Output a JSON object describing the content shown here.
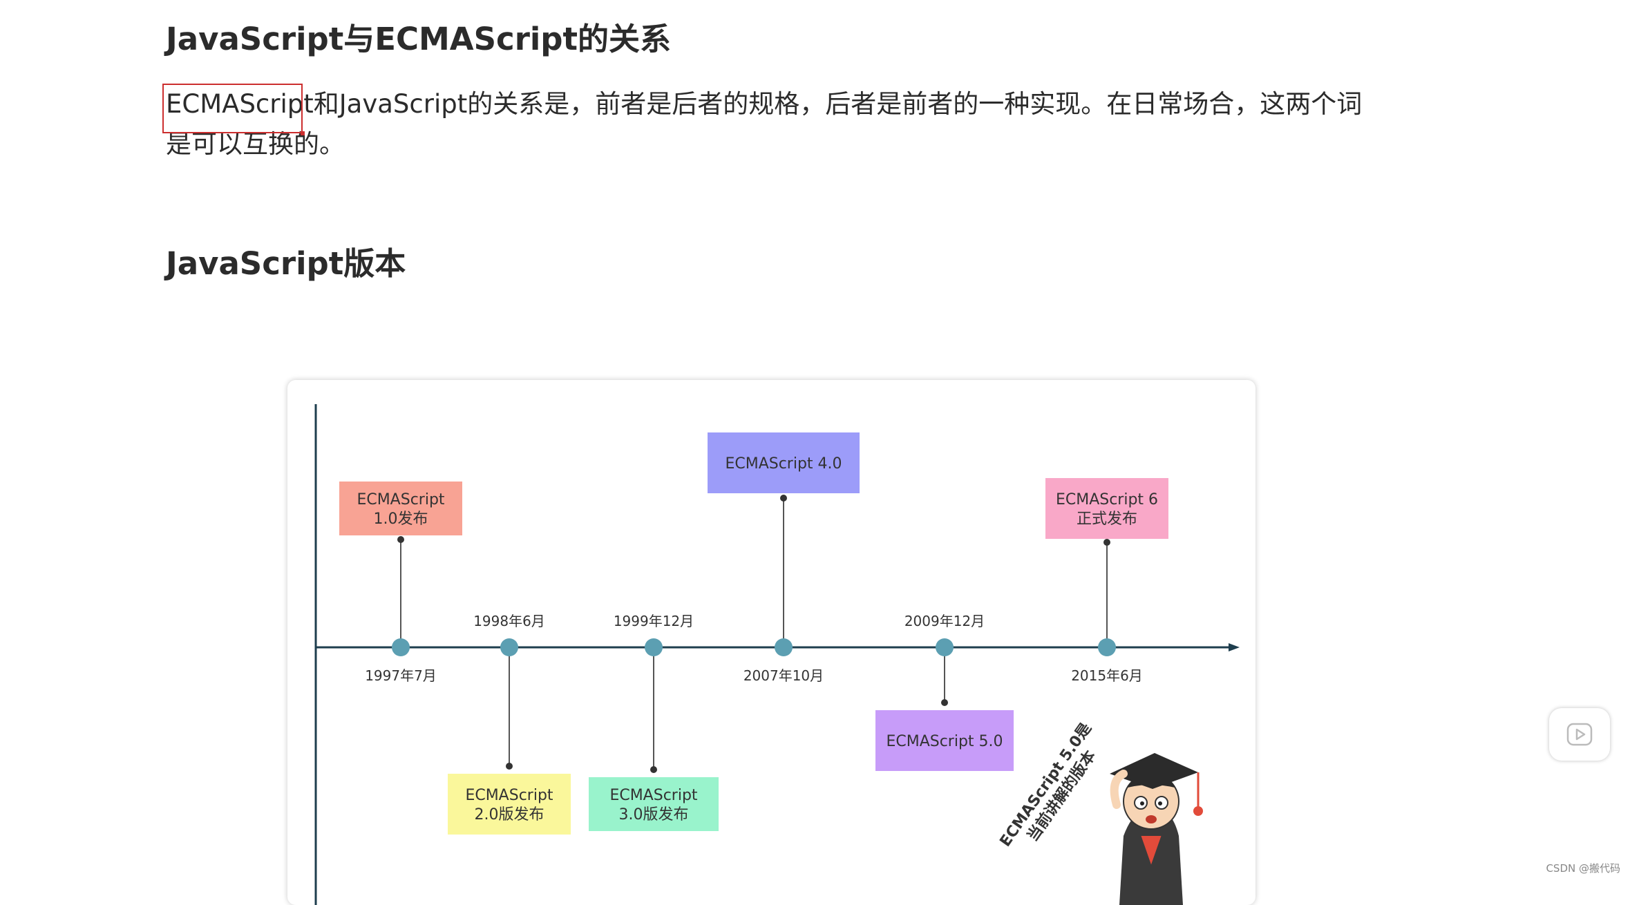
{
  "article": {
    "heading1": "JavaScript与ECMAScript的关系",
    "paragraph": "ECMAScript和JavaScript的关系是，前者是后者的规格，后者是前者的一种实现。在日常场合，这两个词是可以互换的。",
    "heading2": "JavaScript版本"
  },
  "timeline": {
    "events": [
      {
        "date": "1997年7月",
        "label": [
          "ECMAScript",
          "1.0发布"
        ],
        "color": "#f8a394"
      },
      {
        "date": "1998年6月",
        "label": [
          "ECMAScript",
          "2.0版发布"
        ],
        "color": "#faf79b"
      },
      {
        "date": "1999年12月",
        "label": [
          "ECMAScript",
          "3.0版发布"
        ],
        "color": "#99f3cc"
      },
      {
        "date": "2007年10月",
        "label": [
          "ECMAScript 4.0"
        ],
        "color": "#9c9cf9"
      },
      {
        "date": "2009年12月",
        "label": [
          "ECMAScript 5.0"
        ],
        "color": "#c79cf9"
      },
      {
        "date": "2015年6月",
        "label": [
          "ECMAScript 6",
          "正式发布"
        ],
        "color": "#f9a8c8"
      }
    ],
    "callout": [
      "ECMAScript 5.0是",
      "当前讲解的版本"
    ],
    "axis_color": "#1e3e4e",
    "node_color": "#5c9fb2"
  },
  "widgets": {
    "play_icon": "play-icon",
    "watermark": "CSDN @搬代码"
  }
}
